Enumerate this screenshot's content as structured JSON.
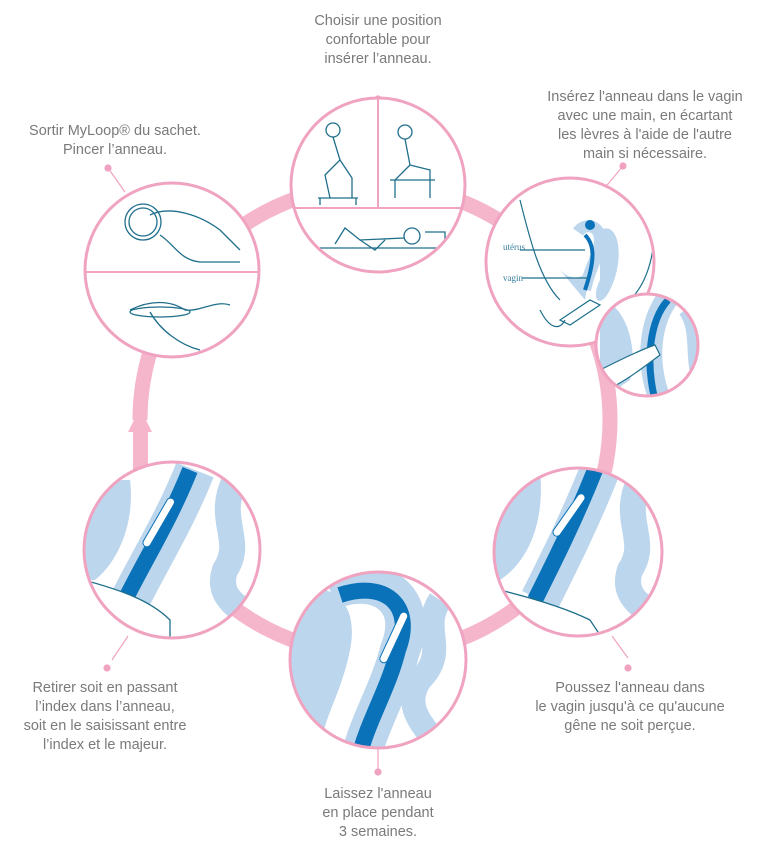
{
  "steps": [
    {
      "text": "Sortir MyLoop® du sachet.\nPincer l’anneau."
    },
    {
      "text": "Choisir une position\nconfortable pour\ninsérer l’anneau."
    },
    {
      "text": "Insérez l'anneau dans le vagin\navec une main, en écartant\nles lèvres à l'aide de l'autre\nmain si nécessaire."
    },
    {
      "text": "Poussez l'anneau dans\nle vagin jusqu'à ce qu'aucune\ngêne ne soit perçue."
    },
    {
      "text": "Laissez l'anneau\nen place pendant\n3 semaines."
    },
    {
      "text": "Retirer soit en passant\nl’index dans l’anneau,\nsoit en le saisissant entre\nl’index et le majeur."
    }
  ],
  "labels": {
    "uterus": "utérus",
    "vagin": "vagin"
  },
  "colors": {
    "ring": "#f5b5cb",
    "border": "#f0a3c0",
    "dark_blue": "#0a72b8",
    "light_blue": "#bcd6ee",
    "line": "#1f6f8b"
  }
}
